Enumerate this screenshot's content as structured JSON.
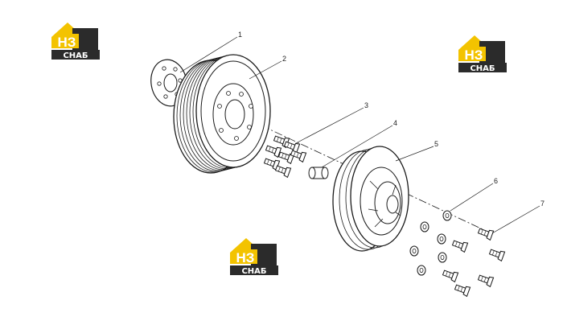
{
  "logo": {
    "mark": "НЗ",
    "text": "СНАБ",
    "colors": {
      "yellow": "#f3c300",
      "dark": "#2b2b2b",
      "white": "#ffffff"
    }
  },
  "callouts": [
    {
      "id": 1,
      "label": "1"
    },
    {
      "id": 2,
      "label": "2"
    },
    {
      "id": 3,
      "label": "3"
    },
    {
      "id": 4,
      "label": "4"
    },
    {
      "id": 5,
      "label": "5"
    },
    {
      "id": 6,
      "label": "6"
    },
    {
      "id": 7,
      "label": "7"
    }
  ],
  "colors": {
    "line": "#1a1a1a",
    "background": "#ffffff"
  }
}
